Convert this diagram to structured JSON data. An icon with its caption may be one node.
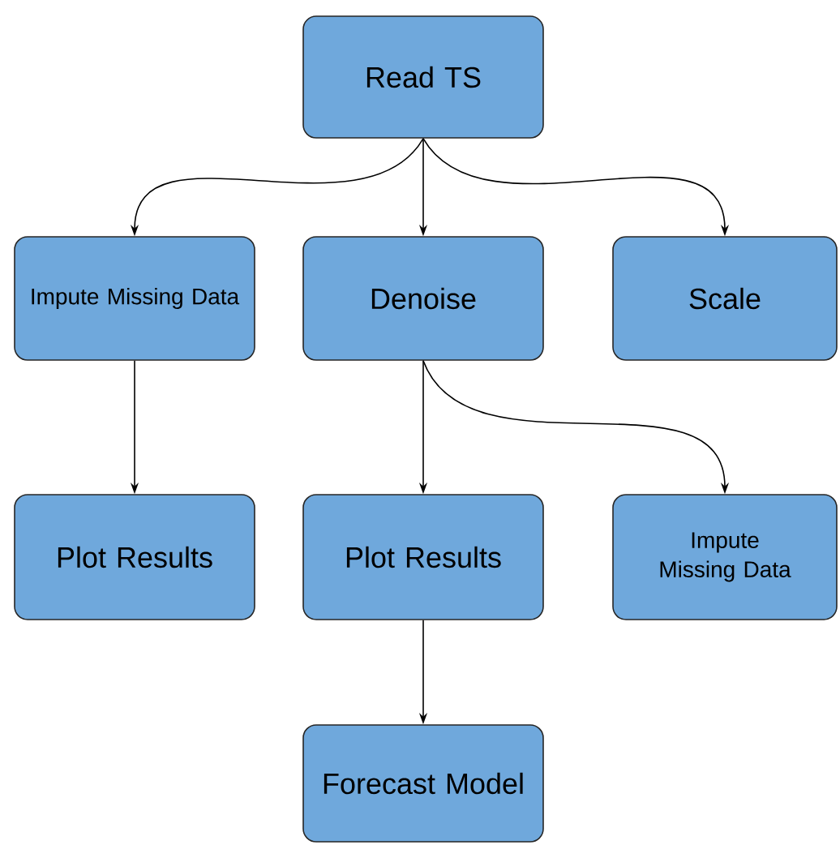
{
  "diagram": {
    "nodes": [
      {
        "text": [
          "Read TS"
        ]
      },
      {
        "text": [
          "Impute Missing Data"
        ]
      },
      {
        "text": [
          "Denoise"
        ]
      },
      {
        "text": [
          "Scale"
        ]
      },
      {
        "text": [
          "Plot Results"
        ]
      },
      {
        "text": [
          "Plot Results"
        ]
      },
      {
        "text": [
          "Impute Missing Data"
        ]
      },
      {
        "text": [
          "Forecast Model"
        ]
      }
    ],
    "edges": [
      {
        "from": 0,
        "to": 1,
        "arrow": "to"
      },
      {
        "from": 0,
        "to": 2,
        "arrow": "to"
      },
      {
        "from": 0,
        "to": 3,
        "arrow": "to"
      },
      {
        "from": 1,
        "to": 4,
        "arrow": "to"
      },
      {
        "from": 2,
        "to": 5,
        "arrow": "to"
      },
      {
        "from": 2,
        "to": 6,
        "arrow": "to"
      },
      {
        "from": 5,
        "to": 7,
        "arrow": "to"
      }
    ]
  }
}
